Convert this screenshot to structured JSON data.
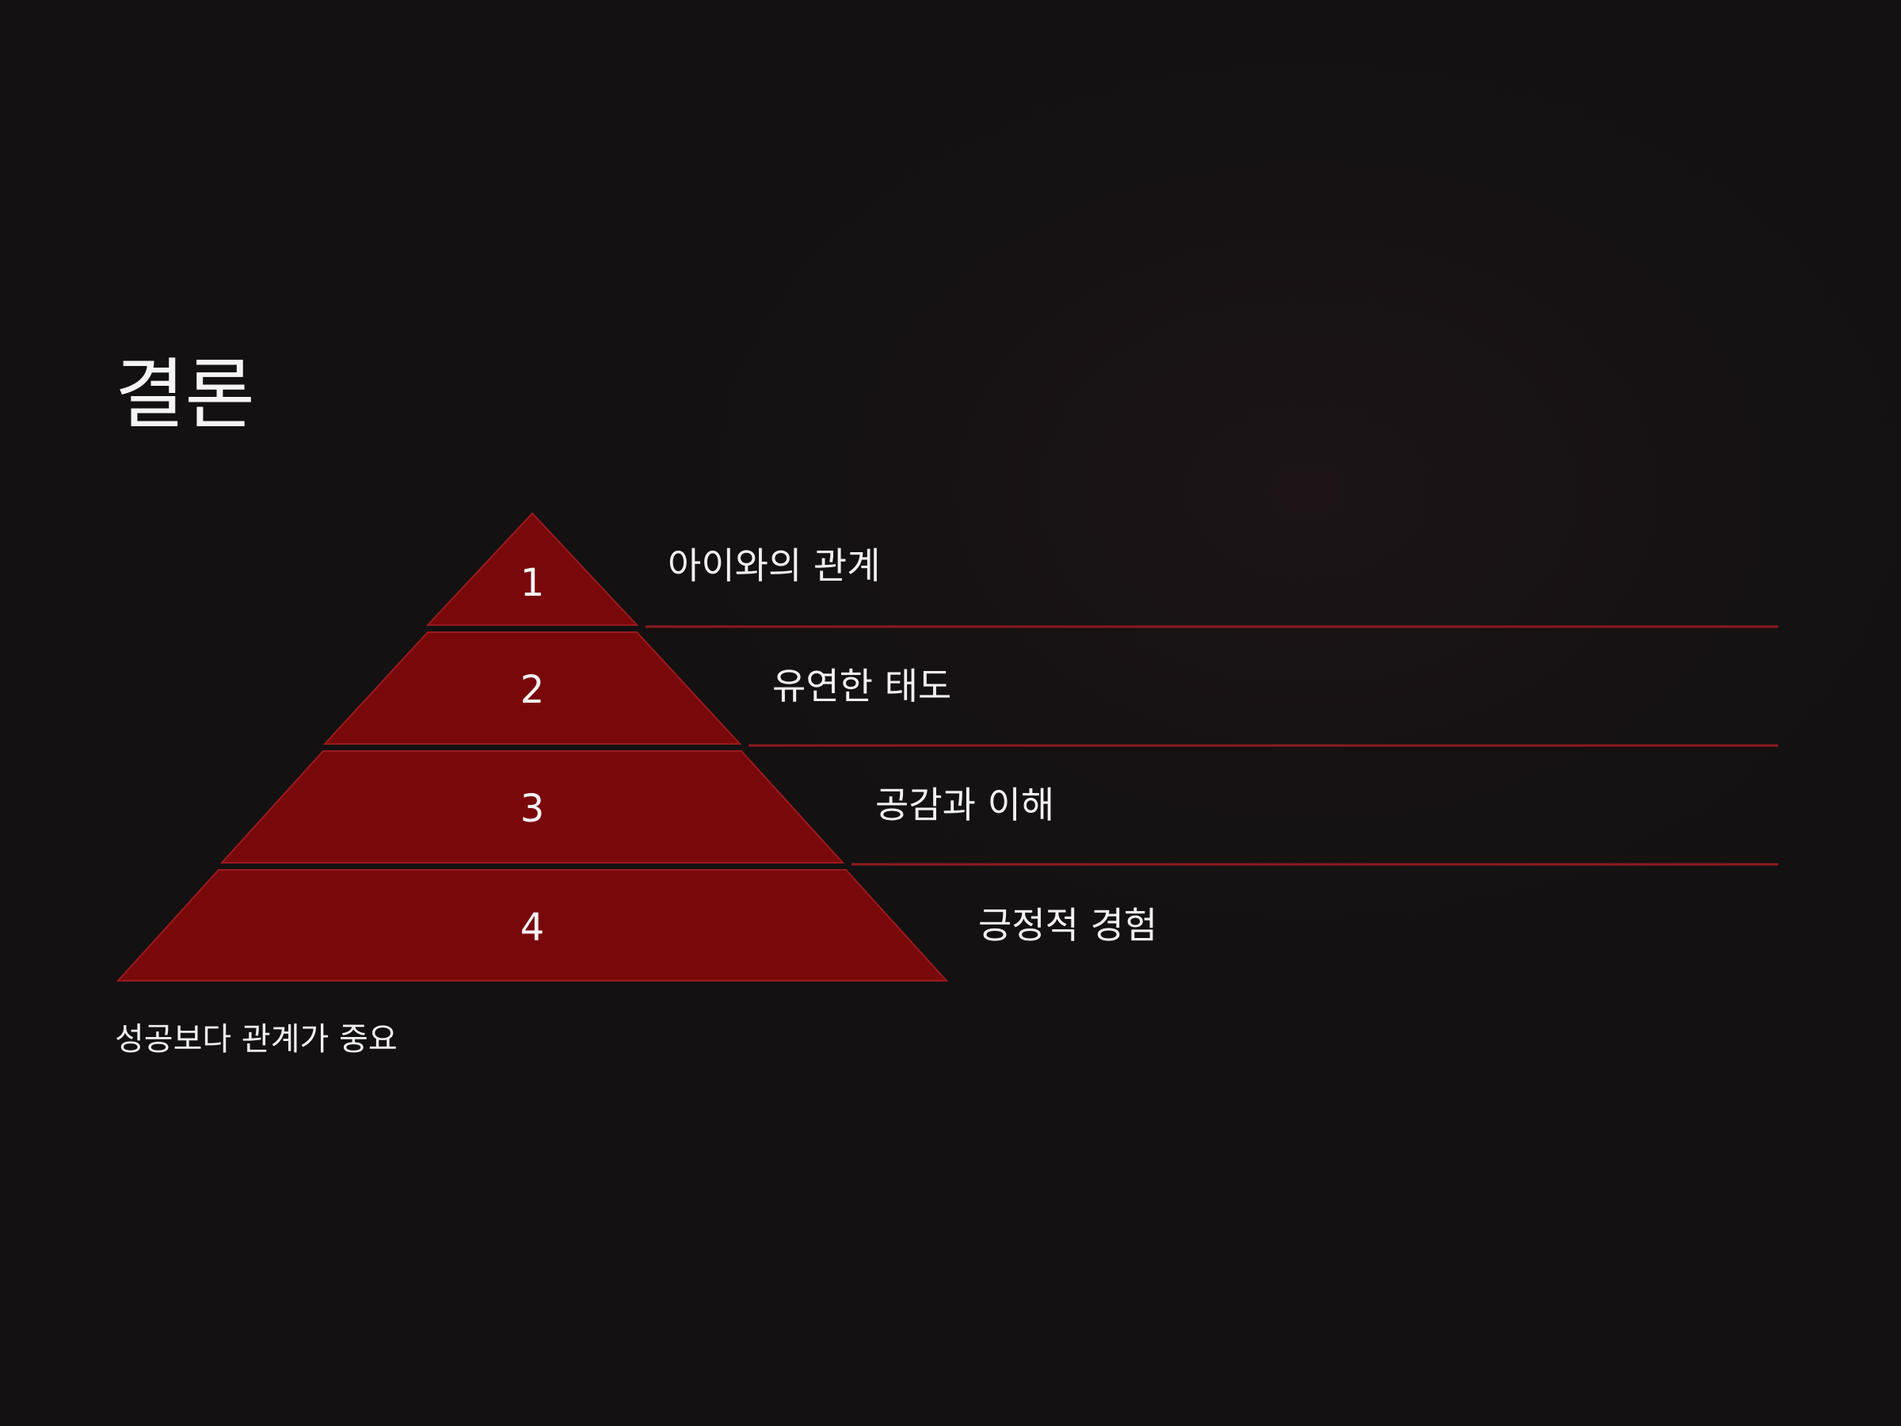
{
  "slide": {
    "title": "결론",
    "subtitle": "성공보다 관계가 중요"
  },
  "pyramid": {
    "tiers": [
      {
        "number": "1",
        "label": "아이와의 관계"
      },
      {
        "number": "2",
        "label": "유연한 태도"
      },
      {
        "number": "3",
        "label": "공감과 이해"
      },
      {
        "number": "4",
        "label": "긍정적 경험"
      }
    ]
  },
  "colors": {
    "background": "#131112",
    "tier_fill": "#79080b",
    "tier_stroke": "#9a1a1e",
    "divider": "#8e1a1d",
    "text": "#f3f3f3"
  }
}
